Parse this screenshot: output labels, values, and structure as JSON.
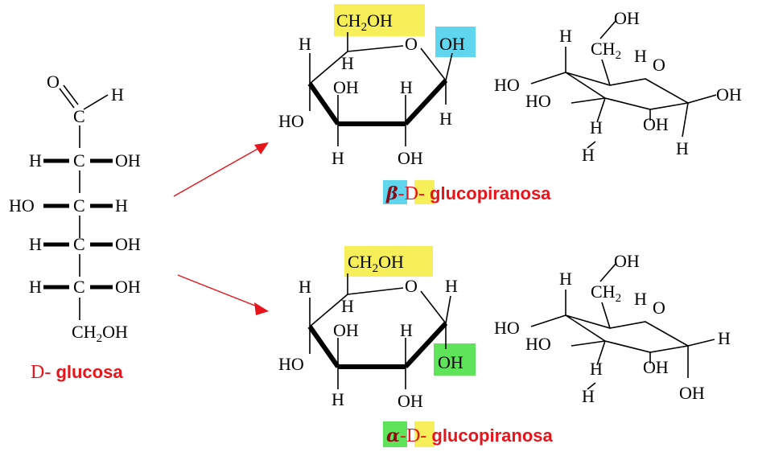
{
  "colors": {
    "highlight_yellow": "#f7ef5a",
    "highlight_cyan": "#5fd6ee",
    "highlight_green": "#5fe35a",
    "name_red": "#e8141b",
    "greek_red": "#8b0a14"
  },
  "glucose": {
    "o": "O",
    "h": "H",
    "c": "C",
    "oh": "OH",
    "ho": "HO",
    "ch2oh_ch": "CH",
    "ch2oh_sub": "2",
    "ch2oh_oh": "OH",
    "name_d": "D-",
    "name_rest": " glucosa"
  },
  "beta": {
    "ch2oh_ch": "CH",
    "ch2oh_sub": "2",
    "ch2oh_oh": "OH",
    "ring_o": "O",
    "anomeric_oh": "OH",
    "h": "H",
    "oh": "OH",
    "ho": "HO",
    "name_greek": "β",
    "name_dash": "-",
    "name_d": "D-",
    "name_rest": " glucopiranosa"
  },
  "alpha": {
    "ch2oh_ch": "CH",
    "ch2oh_sub": "2",
    "ch2oh_oh": "OH",
    "ring_o": "O",
    "anomeric_oh": "OH",
    "h": "H",
    "oh": "OH",
    "ho": "HO",
    "name_greek": "α",
    "name_dash": "-",
    "name_d": "D-",
    "name_rest": "  glucopiranosa"
  },
  "chair": {
    "oh": "OH",
    "ho": "HO",
    "h": "H",
    "o": "O",
    "ch": "CH",
    "sub2": "2"
  }
}
